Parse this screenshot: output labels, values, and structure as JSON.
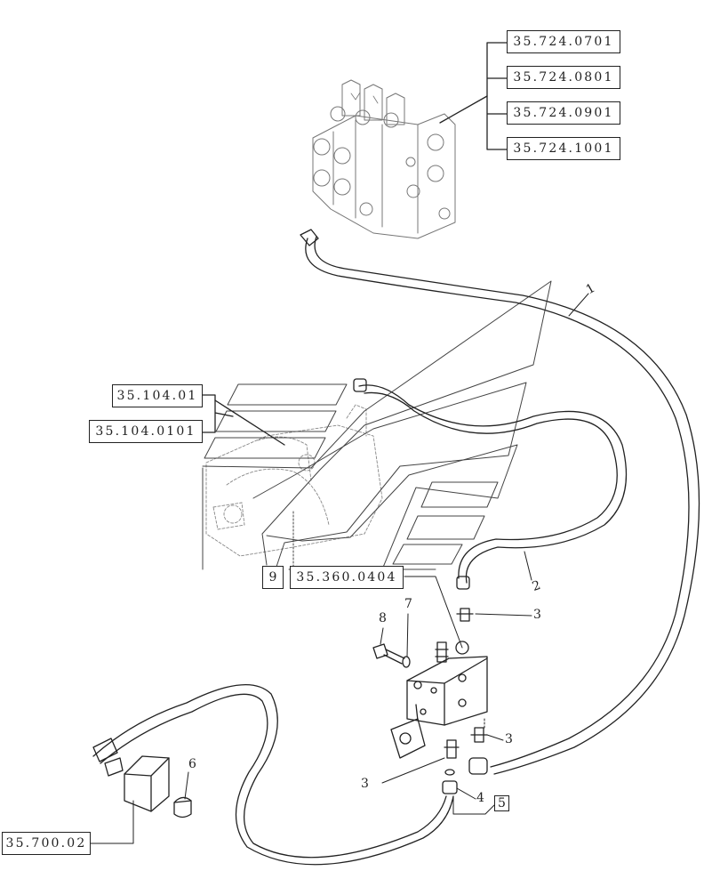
{
  "reference_boxes": {
    "valve_top_1": "35.724.0701",
    "valve_top_2": "35.724.0801",
    "valve_top_3": "35.724.0901",
    "valve_top_4": "35.724.1001",
    "pump_1": "35.104.01",
    "pump_2": "35.104.0101",
    "fig_9": "9",
    "valve_mid": "35.360.0404",
    "bottom_left": "35.700.02"
  },
  "callouts": {
    "hose_1": "1",
    "hose_2": "2",
    "fitting_3a": "3",
    "fitting_3b": "3",
    "fitting_3c": "3",
    "part_4": "4",
    "part_5": "5",
    "cap_6": "6",
    "washer_7": "7",
    "bolt_8": "8"
  },
  "colors": {
    "line": "#222222",
    "ghost": "#8a8a8a"
  }
}
